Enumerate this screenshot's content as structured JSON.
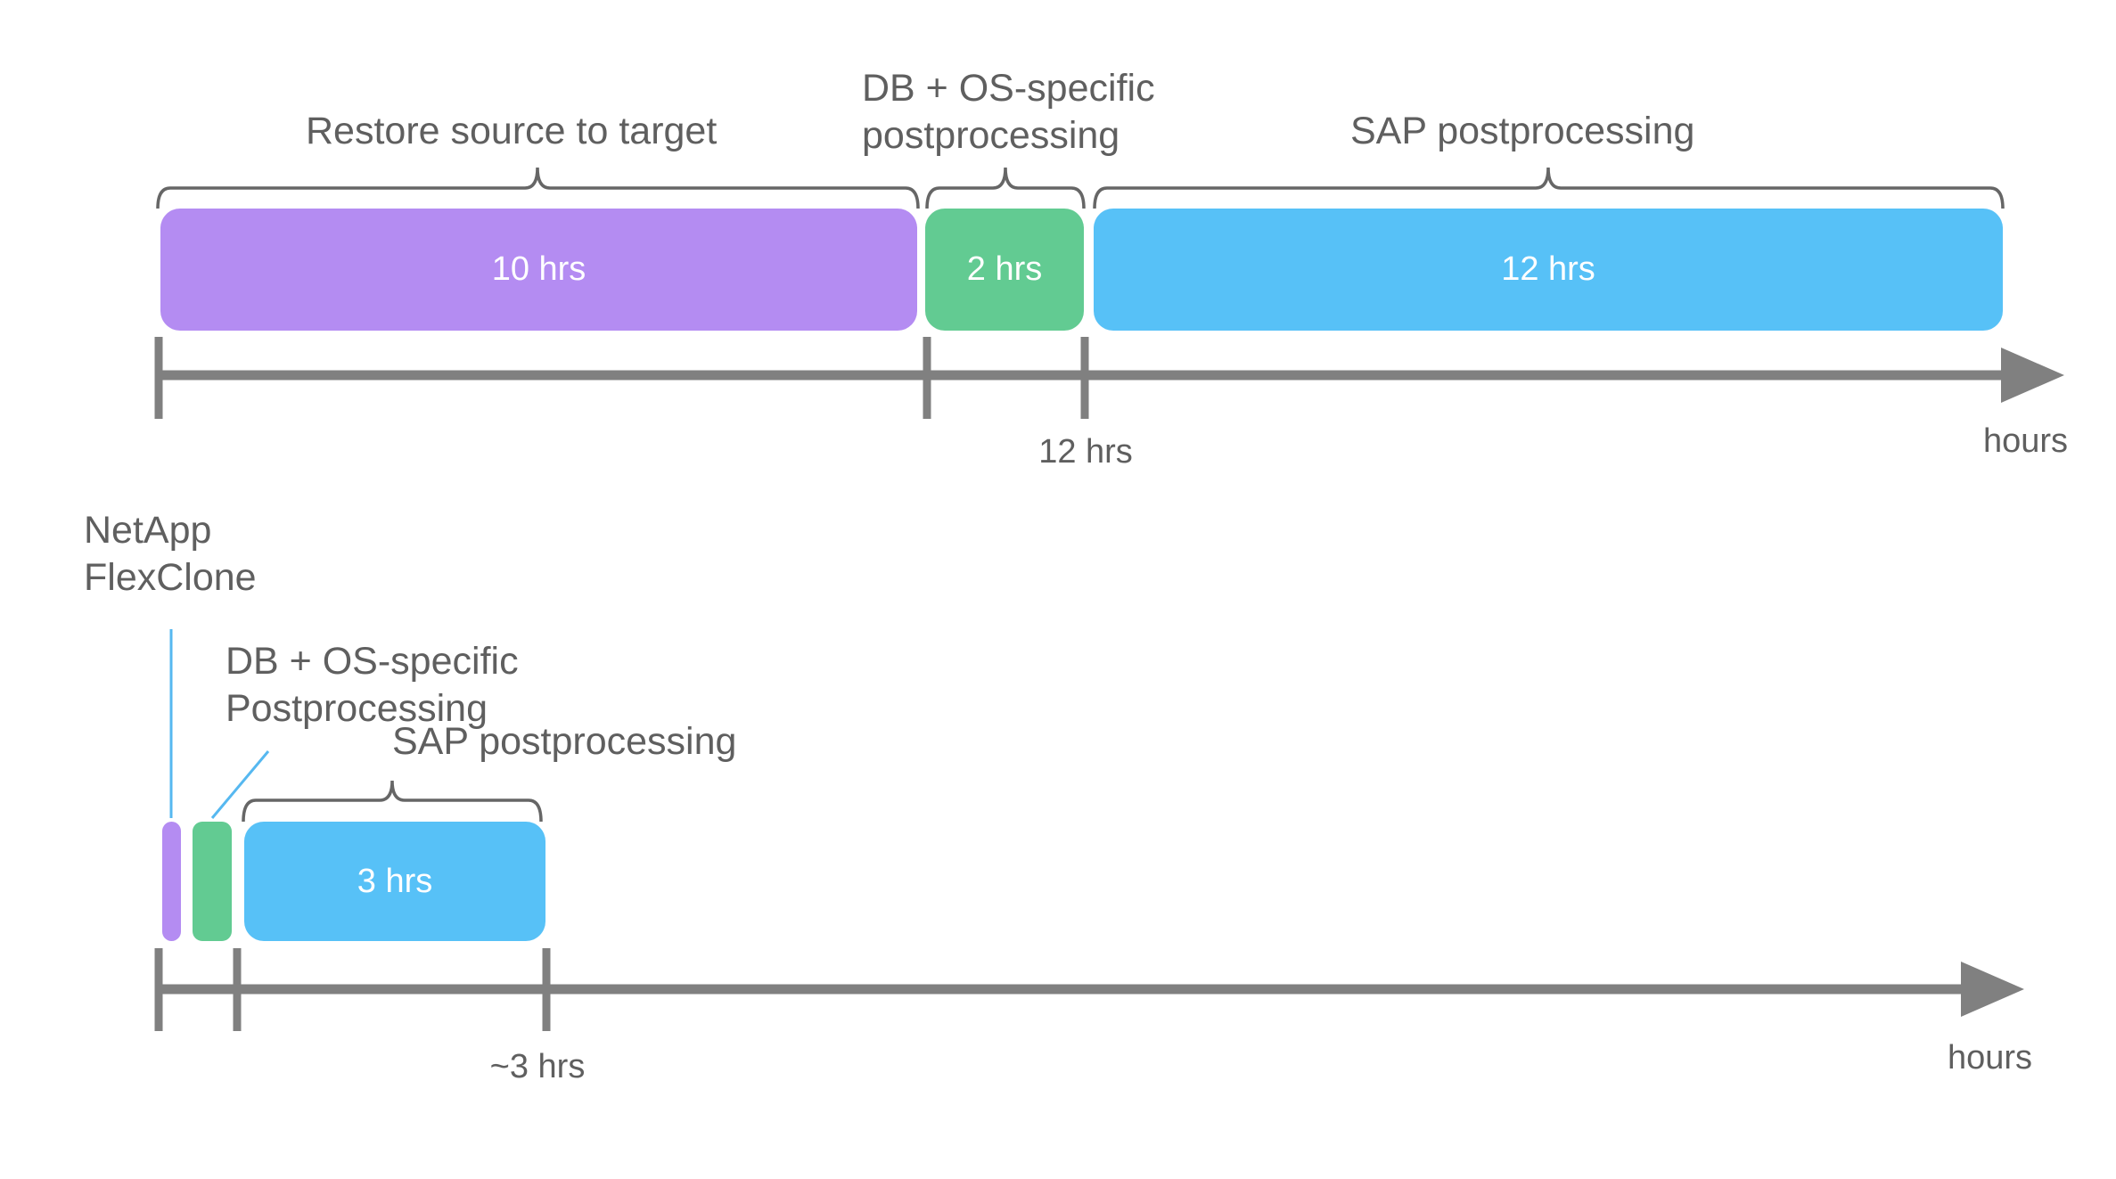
{
  "colors": {
    "restore_purple": "#b48cf2",
    "postprocessing_green": "#62cb92",
    "sap_blue": "#57c1f7",
    "label_gray": "#5f5f5f",
    "axis_gray": "#808080",
    "leader_blue": "#56b8f0"
  },
  "top_timeline": {
    "label_restore": "Restore source to target",
    "label_db_os_line1": "DB + OS-specific",
    "label_db_os_line2": "postprocessing",
    "label_sap": "SAP postprocessing",
    "bar_restore_duration": "10 hrs",
    "bar_db_os_duration": "2 hrs",
    "bar_sap_duration": "12 hrs",
    "axis_milestone": "12 hrs",
    "axis_unit": "hours"
  },
  "bottom_timeline": {
    "label_flexclone_line1": "NetApp",
    "label_flexclone_line2": "FlexClone",
    "label_db_os_line1": "DB + OS-specific",
    "label_db_os_line2": "Postprocessing",
    "label_sap": "SAP postprocessing",
    "bar_sap_duration": "3 hrs",
    "axis_milestone": "~3 hrs",
    "axis_unit": "hours"
  }
}
